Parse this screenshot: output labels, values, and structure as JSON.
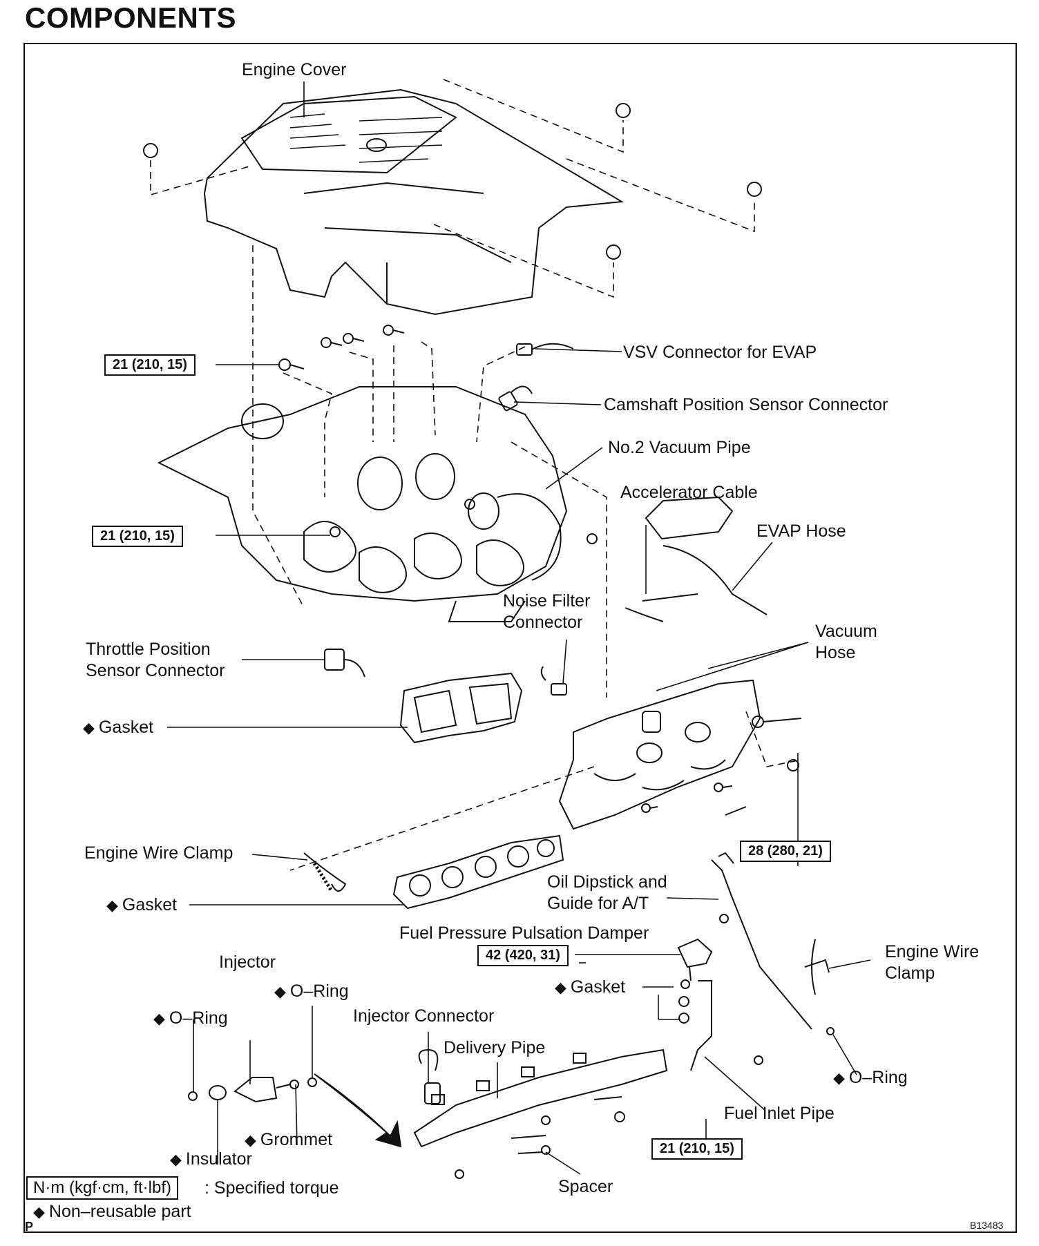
{
  "title": "COMPONENTS",
  "labels": {
    "engine_cover": "Engine Cover",
    "vsv_connector": "VSV Connector for EVAP",
    "camshaft_sensor_connector": "Camshaft Position Sensor Connector",
    "no2_vacuum_pipe": "No.2 Vacuum Pipe",
    "accelerator_cable": "Accelerator Cable",
    "evap_hose": "EVAP Hose",
    "noise_filter_connector_1": "Noise Filter",
    "noise_filter_connector_2": "Connector",
    "vacuum_hose_1": "Vacuum",
    "vacuum_hose_2": "Hose",
    "throttle_sensor_connector_1": "Throttle Position",
    "throttle_sensor_connector_2": "Sensor Connector",
    "gasket_upper": "Gasket",
    "engine_wire_clamp_left": "Engine Wire Clamp",
    "gasket_lower": "Gasket",
    "oil_dipstick_1": "Oil Dipstick and",
    "oil_dipstick_2": "Guide for A/T",
    "fuel_pressure_damper": "Fuel Pressure Pulsation Damper",
    "engine_wire_clamp_right_1": "Engine Wire",
    "engine_wire_clamp_right_2": "Clamp",
    "injector": "Injector",
    "o_ring_mid": "O–Ring",
    "o_ring_left": "O–Ring",
    "gasket_damper": "Gasket",
    "injector_connector": "Injector Connector",
    "delivery_pipe": "Delivery Pipe",
    "o_ring_right": "O–Ring",
    "fuel_inlet_pipe": "Fuel Inlet Pipe",
    "grommet": "Grommet",
    "insulator": "Insulator",
    "spacer": "Spacer"
  },
  "torques": {
    "t1": "21 (210, 15)",
    "t2": "21 (210, 15)",
    "t3": "28 (280, 21)",
    "t4": "42 (420, 31)",
    "t5": "21 (210, 15)"
  },
  "legend": {
    "unit_box": "N·m (kgf·cm, ft·lbf)",
    "unit_desc": ": Specified torque",
    "nonreusable": "Non–reusable part",
    "diamond": "◆"
  },
  "footer": {
    "p_mark": "P",
    "figure_id": "B13483"
  }
}
